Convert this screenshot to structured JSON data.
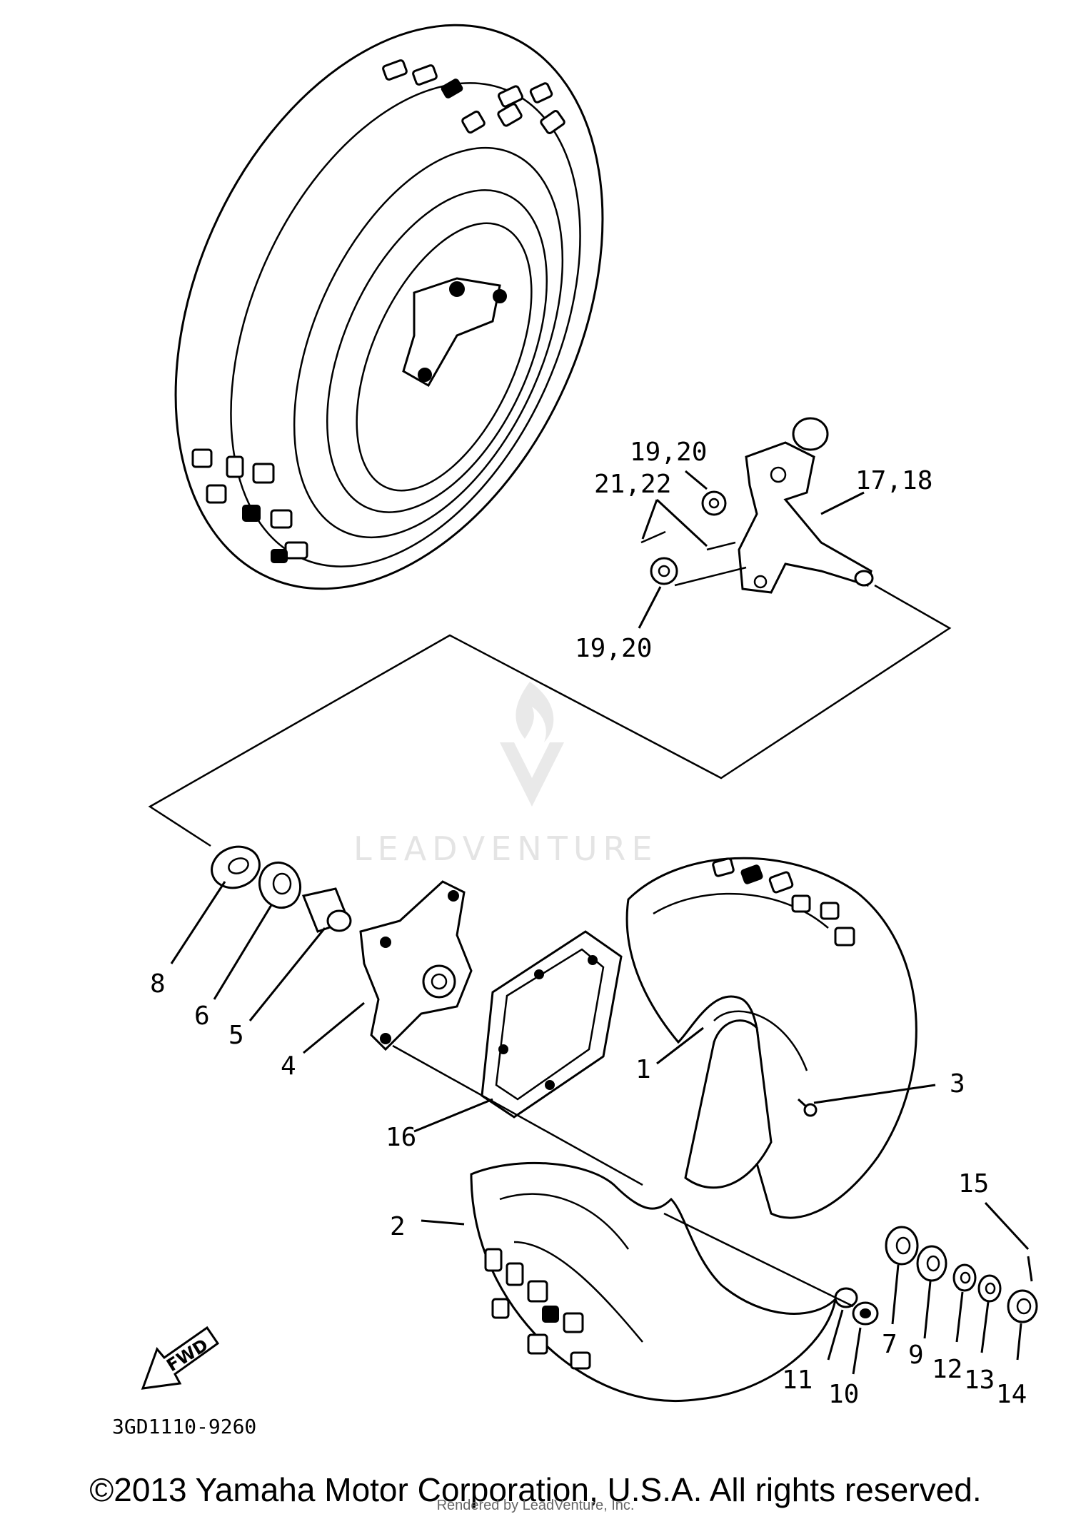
{
  "diagram": {
    "part_labels": {
      "p1": "1",
      "p2": "2",
      "p3": "3",
      "p4": "4",
      "p5": "5",
      "p6": "6",
      "p7": "7",
      "p8": "8",
      "p9": "9",
      "p10": "10",
      "p11": "11",
      "p12": "12",
      "p13": "13",
      "p14": "14",
      "p15": "15",
      "p16": "16",
      "p17_18": "17,18",
      "p19_20_top": "19,20",
      "p19_20_bottom": "19,20",
      "p21_22": "21,22"
    },
    "fwd_label": "FWD",
    "diagram_code": "3GD1110-9260",
    "watermark": "LEADVENTURE"
  },
  "footer": {
    "copyright": "©2013 Yamaha Motor Corporation, U.S.A. All rights reserved.",
    "rendered_by": "Rendered by LeadVenture, Inc."
  }
}
